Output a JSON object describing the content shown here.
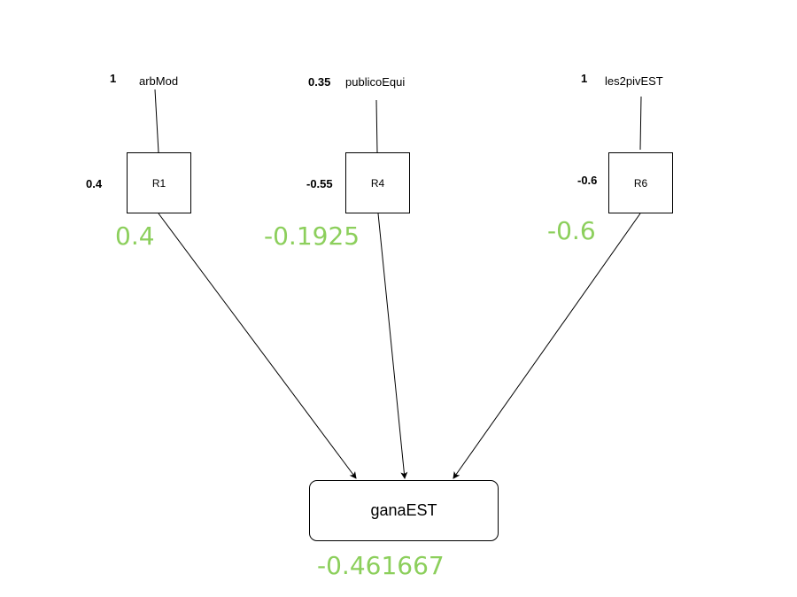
{
  "colors": {
    "result": "#8ccf5c",
    "line": "#000000"
  },
  "inputs": {
    "arbMod": {
      "weight": "1",
      "label": "arbMod"
    },
    "publicoEqui": {
      "weight": "0.35",
      "label": "publicoEqui"
    },
    "les2pivEST": {
      "weight": "1",
      "label": "les2pivEST"
    }
  },
  "nodes": {
    "r1": {
      "label": "R1",
      "weight": "0.4",
      "result": "0.4"
    },
    "r4": {
      "label": "R4",
      "weight": "-0.55",
      "result": "-0.1925"
    },
    "r6": {
      "label": "R6",
      "weight": "-0.6",
      "result": "-0.6"
    }
  },
  "output": {
    "label": "ganaEST",
    "result": "-0.461667"
  }
}
